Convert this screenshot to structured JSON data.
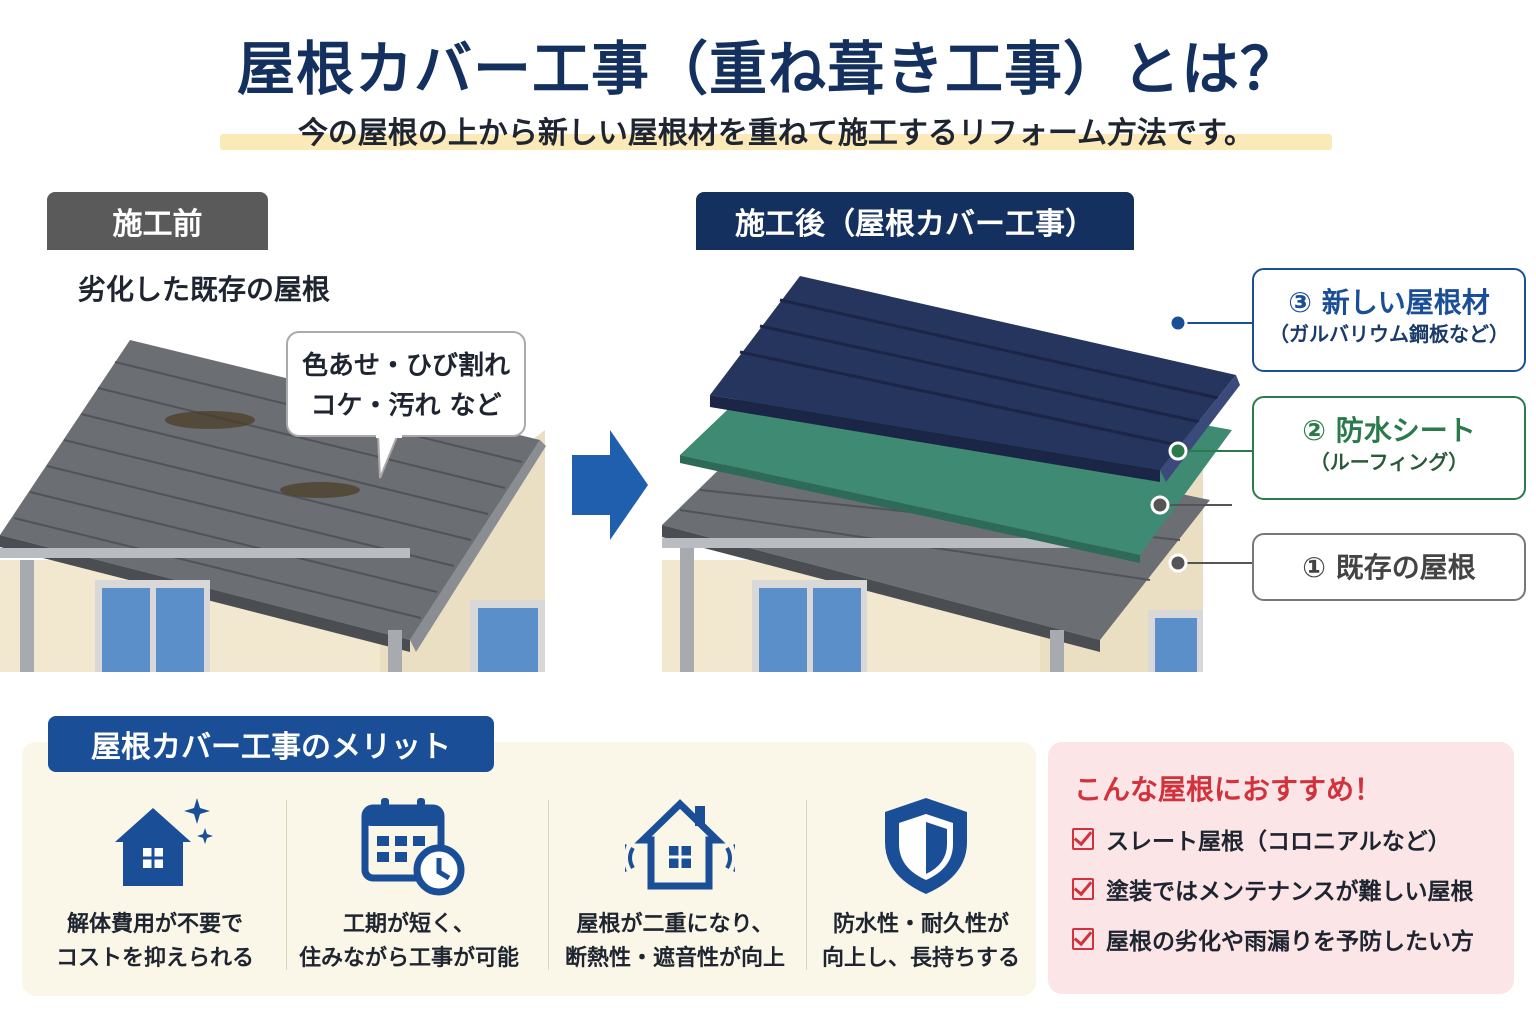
{
  "title": "屋根カバー工事（重ね葺き工事）とは？",
  "subtitle": "今の屋根の上から新しい屋根材を重ねて施工するリフォーム方法です。",
  "before": {
    "tag": "施工前",
    "caption": "劣化した既存の屋根",
    "bubble_line1": "色あせ・ひび割れ",
    "bubble_line2": "コケ・汚れ など"
  },
  "after": {
    "tag": "施工後（屋根カバー工事）",
    "layers": [
      {
        "label": "③ 新しい屋根材",
        "sub": "（ガルバリウム鋼板など）",
        "color": "#1a4f97"
      },
      {
        "label": "② 防水シート",
        "sub": "（ルーフィング）",
        "color": "#2b7a4b"
      },
      {
        "label": "① 既存の屋根",
        "sub": "",
        "color": "#777777"
      }
    ]
  },
  "merits": {
    "tag": "屋根カバー工事のメリット",
    "items": [
      {
        "line1": "解体費用が不要で",
        "line2": "コストを抑えられる",
        "icon": "house-sparkle-icon"
      },
      {
        "line1": "工期が短く、",
        "line2": "住みながら工事が可能",
        "icon": "calendar-clock-icon"
      },
      {
        "line1": "屋根が二重になり、",
        "line2": "断熱性・遮音性が向上",
        "icon": "house-sound-icon"
      },
      {
        "line1": "防水性・耐久性が",
        "line2": "向上し、長持ちする",
        "icon": "shield-icon"
      }
    ]
  },
  "recommend": {
    "title": "こんな屋根におすすめ！",
    "items": [
      "スレート屋根（コロニアルなど）",
      "塗装ではメンテナンスが難しい屋根",
      "屋根の劣化や雨漏りを予防したい方"
    ]
  },
  "colors": {
    "navy": "#14305e",
    "blue": "#1a4f97",
    "green": "#2b7a4b",
    "red": "#d2323c"
  }
}
